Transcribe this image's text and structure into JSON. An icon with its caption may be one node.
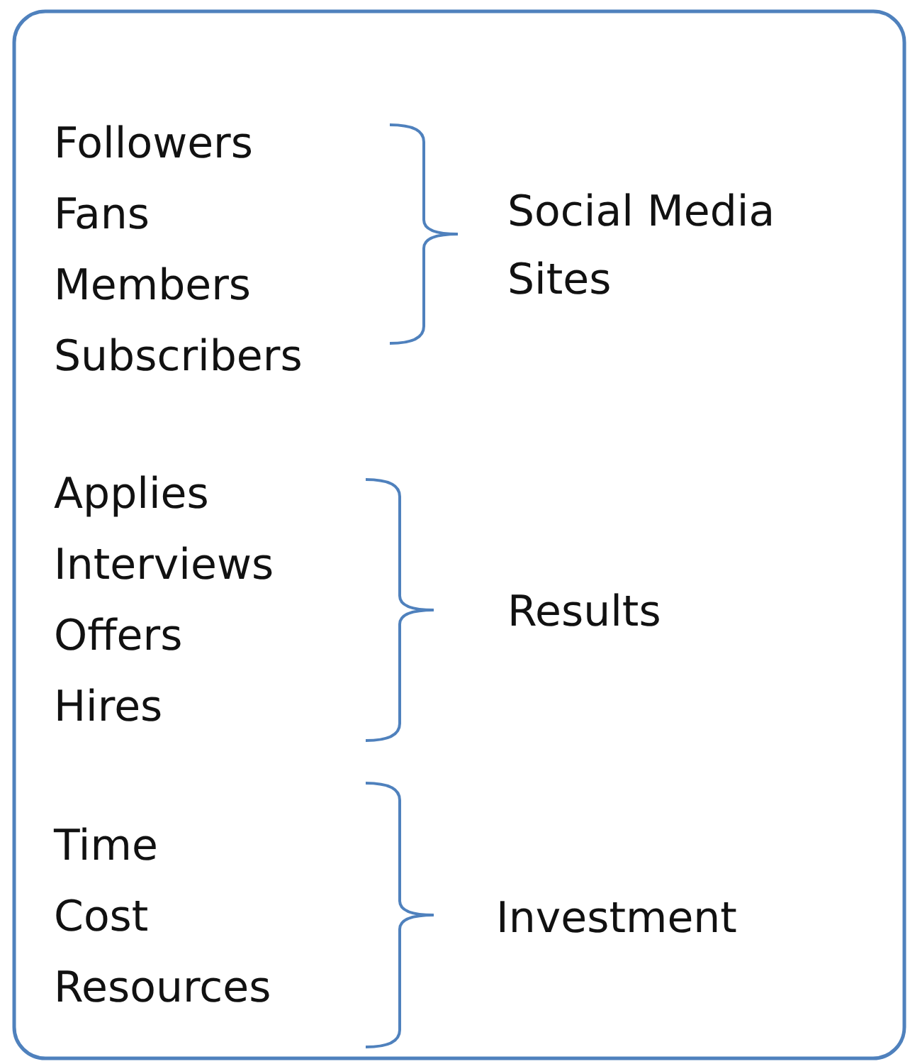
{
  "diagram": {
    "labels": [
      "Followers",
      "Fans",
      "Members",
      "Subscribers",
      "Social Media Sites",
      "Applies",
      "Interviews",
      "Offers",
      "Hires",
      "Results",
      "Time",
      "Cost",
      "Resources",
      "Investment"
    ]
  }
}
